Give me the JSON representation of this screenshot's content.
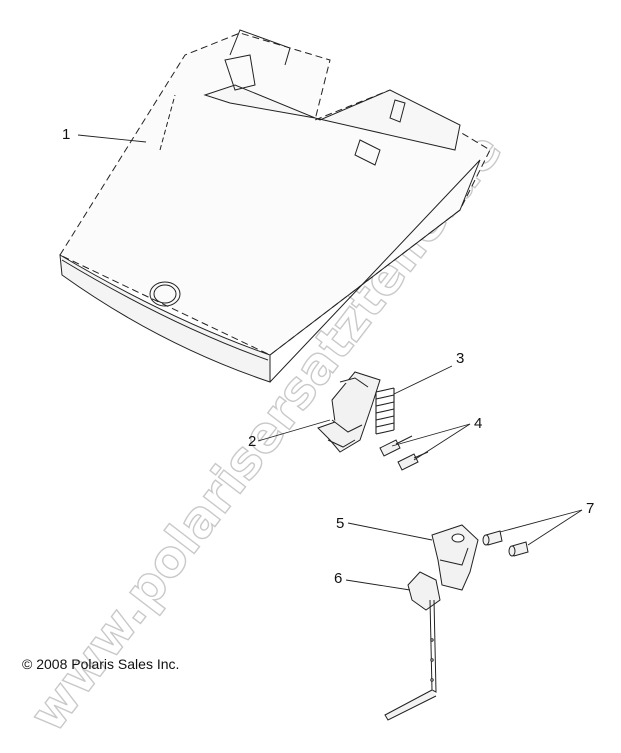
{
  "callouts": [
    "1",
    "2",
    "3",
    "4",
    "5",
    "6",
    "7"
  ],
  "copyright": "© 2008 Polaris Sales Inc.",
  "watermark": "www.polarisersatzteile.de",
  "colors": {
    "line": "#222222",
    "fill": "#f4f4f4",
    "watermark_stroke": "#c9c9c9"
  }
}
